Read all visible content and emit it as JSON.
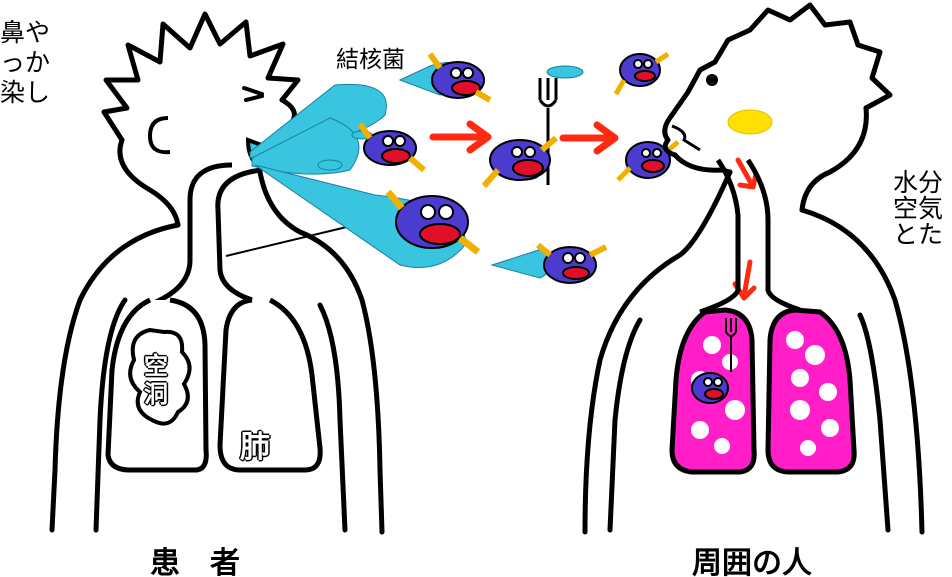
{
  "left_note": [
    "鼻や",
    "っか",
    "染し"
  ],
  "right_note": [
    "水分",
    "空気",
    "とた"
  ],
  "bacteria_label": "結核菌",
  "cavity_label": [
    "空",
    "洞"
  ],
  "lung_label": "肺",
  "patient_label": "患　者",
  "others_label": "周囲の人",
  "colors": {
    "droplet": "#39c5e0",
    "arrow": "#ff2a12",
    "lung_infected": "#ff1ec8",
    "cheek": "#ffe000",
    "germ_body": "#4b3bcf",
    "germ_mouth": "#e0102a"
  }
}
